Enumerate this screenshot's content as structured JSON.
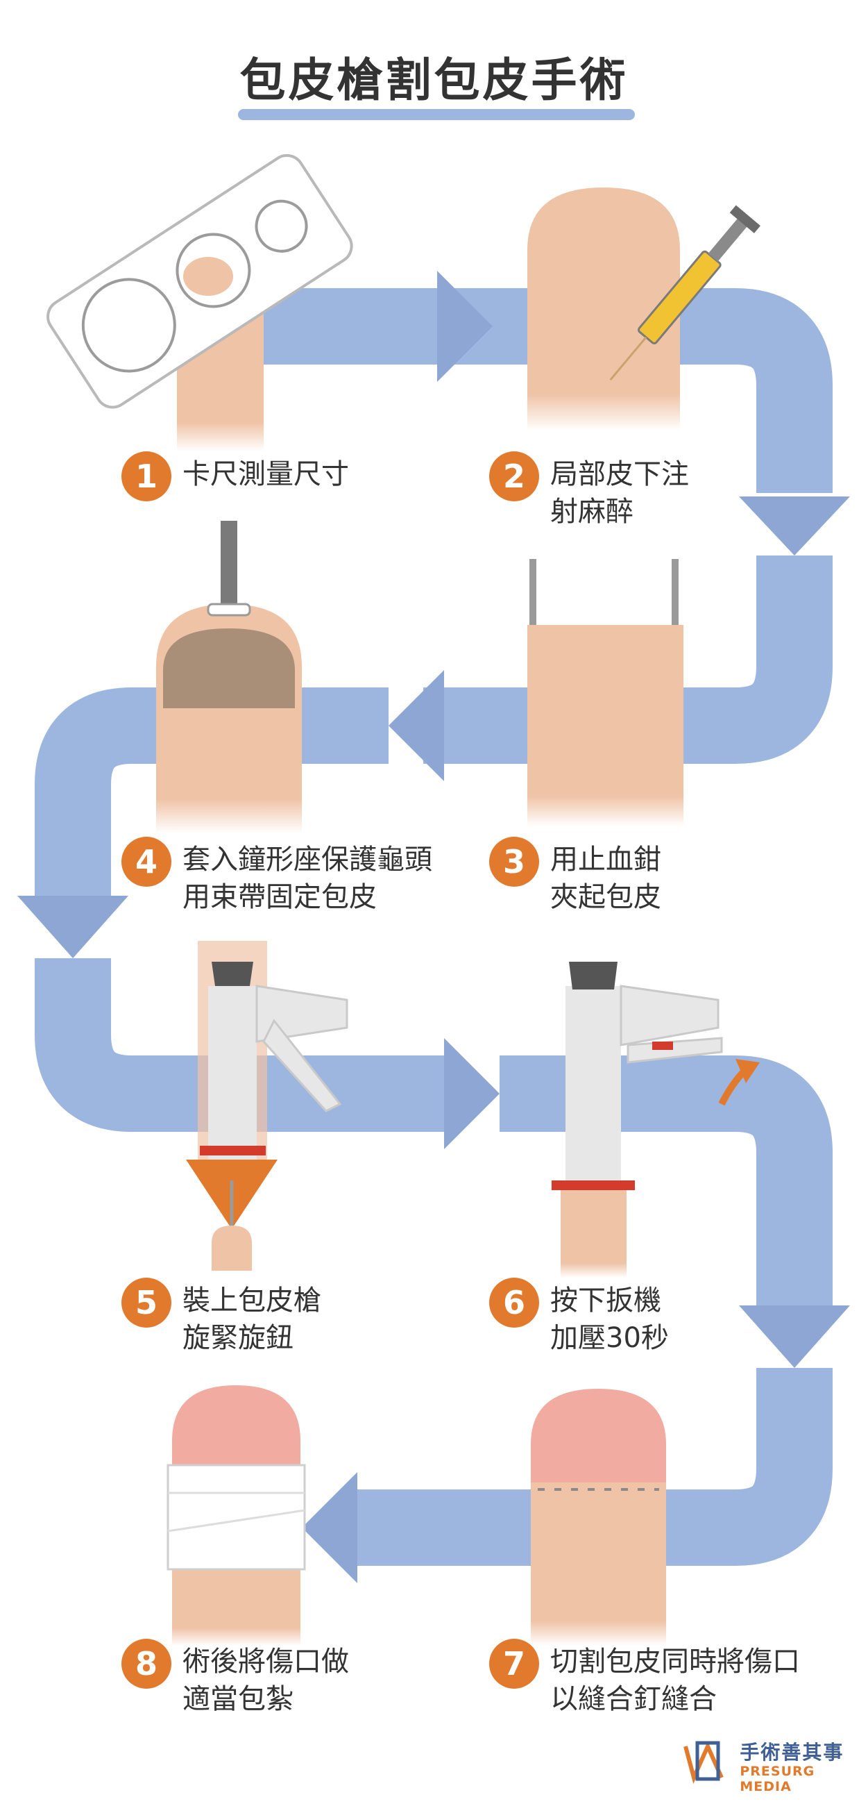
{
  "title": "包皮槍割包皮手術",
  "steps": [
    {
      "number": "1",
      "label": "卡尺測量尺寸"
    },
    {
      "number": "2",
      "label": "局部皮下注\n射麻醉"
    },
    {
      "number": "3",
      "label": "用止血鉗\n夾起包皮"
    },
    {
      "number": "4",
      "label": "套入鐘形座保護龜頭\n用束帶固定包皮"
    },
    {
      "number": "5",
      "label": "裝上包皮槍\n旋緊旋鈕"
    },
    {
      "number": "6",
      "label": "按下扳機\n加壓30秒"
    },
    {
      "number": "7",
      "label": "切割包皮同時將傷口\n以縫合釘縫合"
    },
    {
      "number": "8",
      "label": "術後將傷口做\n適當包紮"
    }
  ],
  "brand": {
    "name_zh": "手術善其事",
    "name_en": "PRESURG MEDIA"
  },
  "colors": {
    "arrow": "#9db6df",
    "arrow_dark": "#7a93c2",
    "badge": "#e27a2e",
    "skin": "#efc3a6",
    "glans": "#f2aba0",
    "text": "#333333"
  }
}
